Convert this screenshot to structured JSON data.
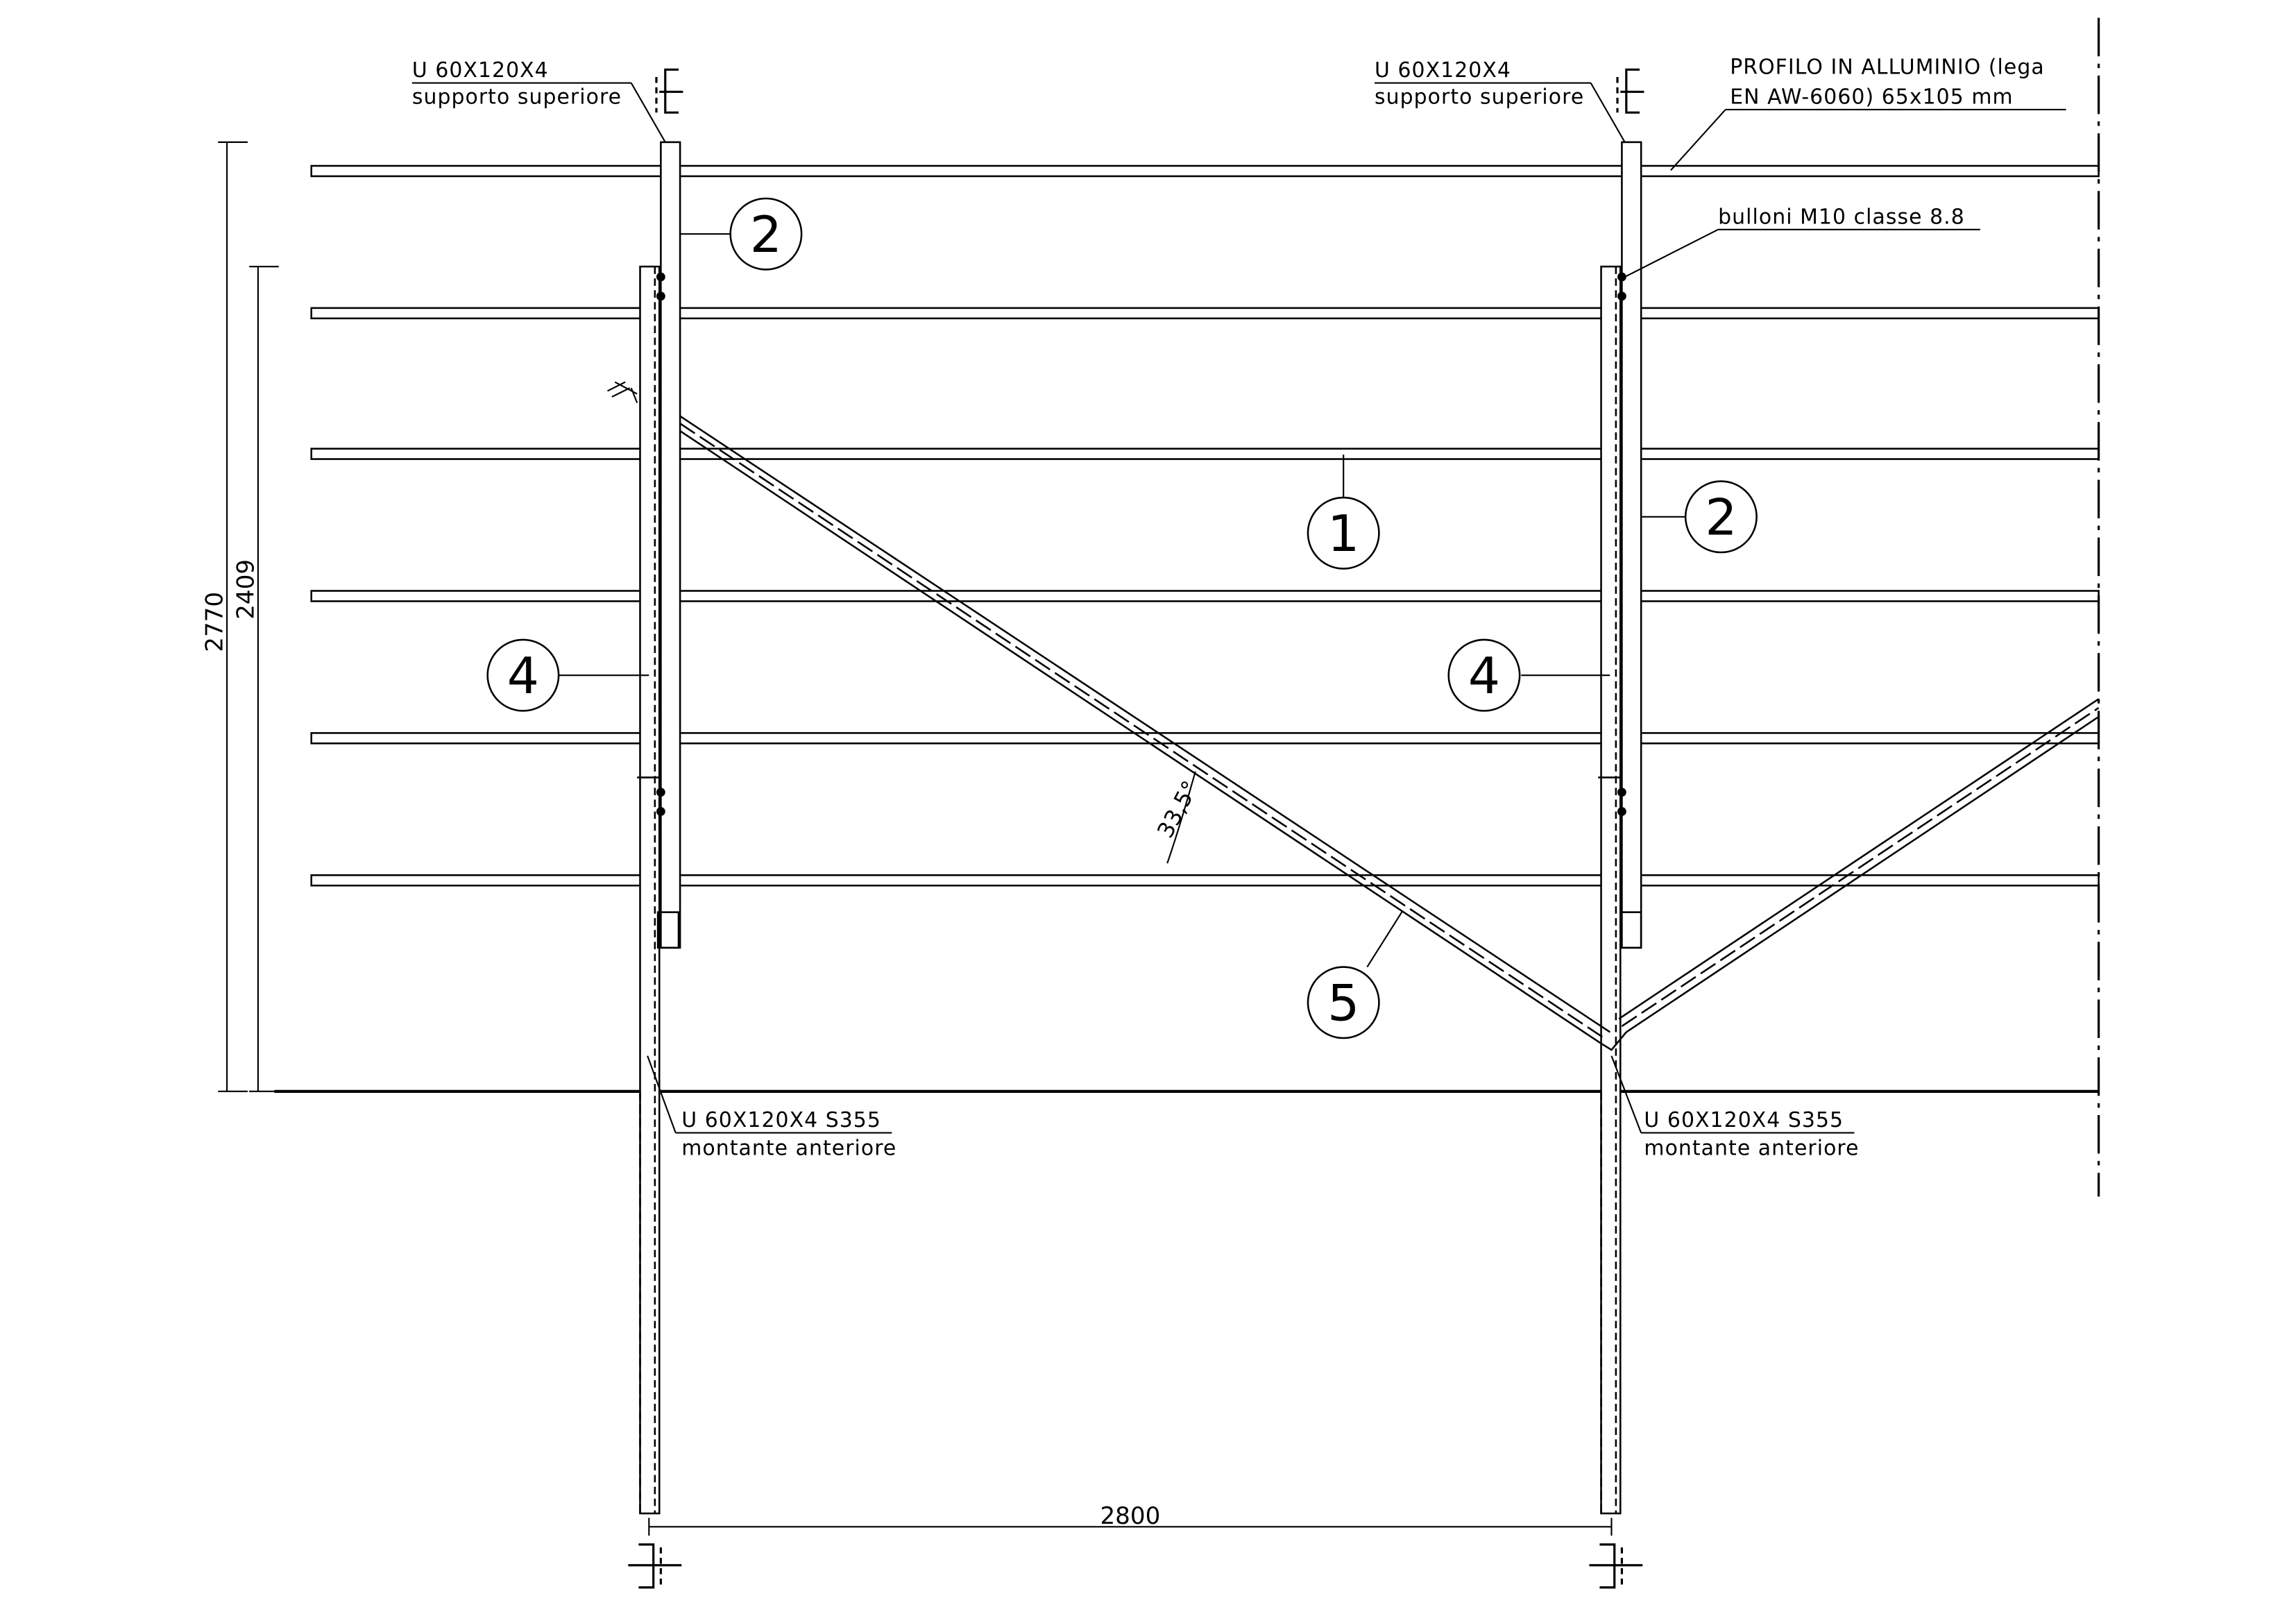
{
  "labels": {
    "top_support_left": [
      "U 60X120X4",
      "supporto superiore"
    ],
    "top_support_right": [
      "U 60X120X4",
      "supporto superiore"
    ],
    "profile": [
      "PROFILO IN ALLUMINIO (lega",
      "EN AW-6060) 65x105 mm"
    ],
    "bolts": "bulloni M10 classe 8.8",
    "front_post_left": [
      "U 60X120X4 S355",
      "montante anteriore"
    ],
    "front_post_right": [
      "U 60X120X4 S355",
      "montante anteriore"
    ]
  },
  "dimensions": {
    "total_height": "2770",
    "post_height": "2409",
    "span": "2800",
    "brace_angle": "33,5°"
  },
  "callouts": {
    "profile": "1",
    "upper_support": "2",
    "front_post": "4",
    "brace": "5"
  }
}
